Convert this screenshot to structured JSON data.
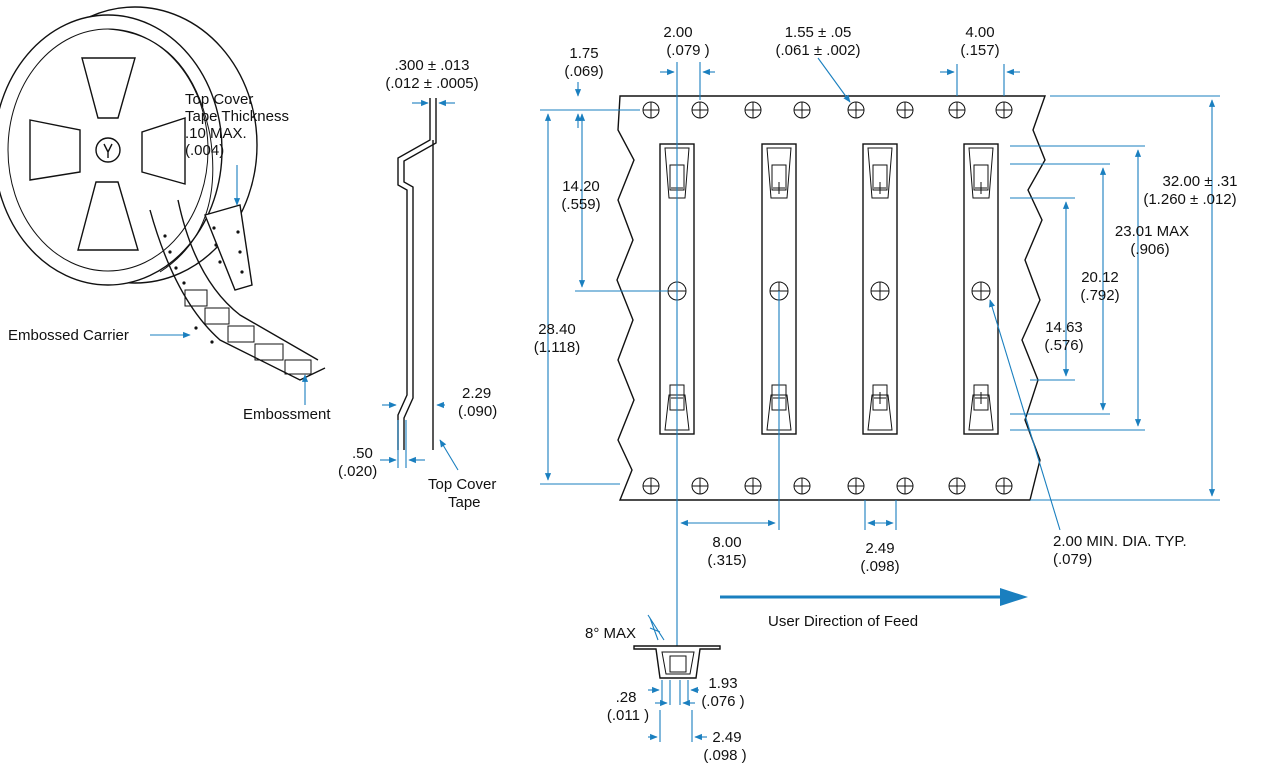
{
  "colors": {
    "dimension": "#1a7fbf",
    "ink": "#111111",
    "background": "#ffffff"
  },
  "reel": {
    "top_cover_tape_thickness": [
      "Top Cover",
      "Tape Thickness",
      ".10 MAX.",
      "(.004)"
    ],
    "embossed_carrier": "Embossed Carrier",
    "embossment": "Embossment"
  },
  "profile": {
    "tape_thickness": [
      ".300 ± .013",
      "(.012 ± .0005)"
    ],
    "offset_229": [
      "2.29",
      "(.090)"
    ],
    "offset_050": [
      ".50",
      "(.020)"
    ],
    "top_cover_tape": [
      "Top Cover",
      "Tape"
    ]
  },
  "tape": {
    "pitch_200": [
      "2.00",
      "(.079 )"
    ],
    "hole_dia": [
      "1.55 ± .05",
      "(.061 ± .002)"
    ],
    "sprocket_pitch": [
      "4.00",
      "(.157)"
    ],
    "edge_175": [
      "1.75",
      "(.069)"
    ],
    "width_3200": [
      "32.00 ± .31",
      "(1.260 ± .012)"
    ],
    "pocket_2301": [
      "23.01 MAX",
      "(.906)"
    ],
    "pocket_2012": [
      "20.12",
      "(.792)"
    ],
    "pocket_1463": [
      "14.63",
      "(.576)"
    ],
    "pitch_1420": [
      "14.20",
      "(.559)"
    ],
    "pitch_2840": [
      "28.40",
      "(1.118)"
    ],
    "pitch_800": [
      "8.00",
      "(.315)"
    ],
    "pocket_249": [
      "2.49",
      "(.098)"
    ],
    "min_dia": [
      "2.00 MIN. DIA. TYP.",
      "(.079)"
    ],
    "feed": "User Direction of Feed"
  },
  "section": {
    "angle": "8° MAX",
    "d028": [
      ".28",
      "(.011 )"
    ],
    "d193": [
      "1.93",
      "(.076 )"
    ],
    "d249": [
      "2.49",
      "(.098 )"
    ]
  }
}
